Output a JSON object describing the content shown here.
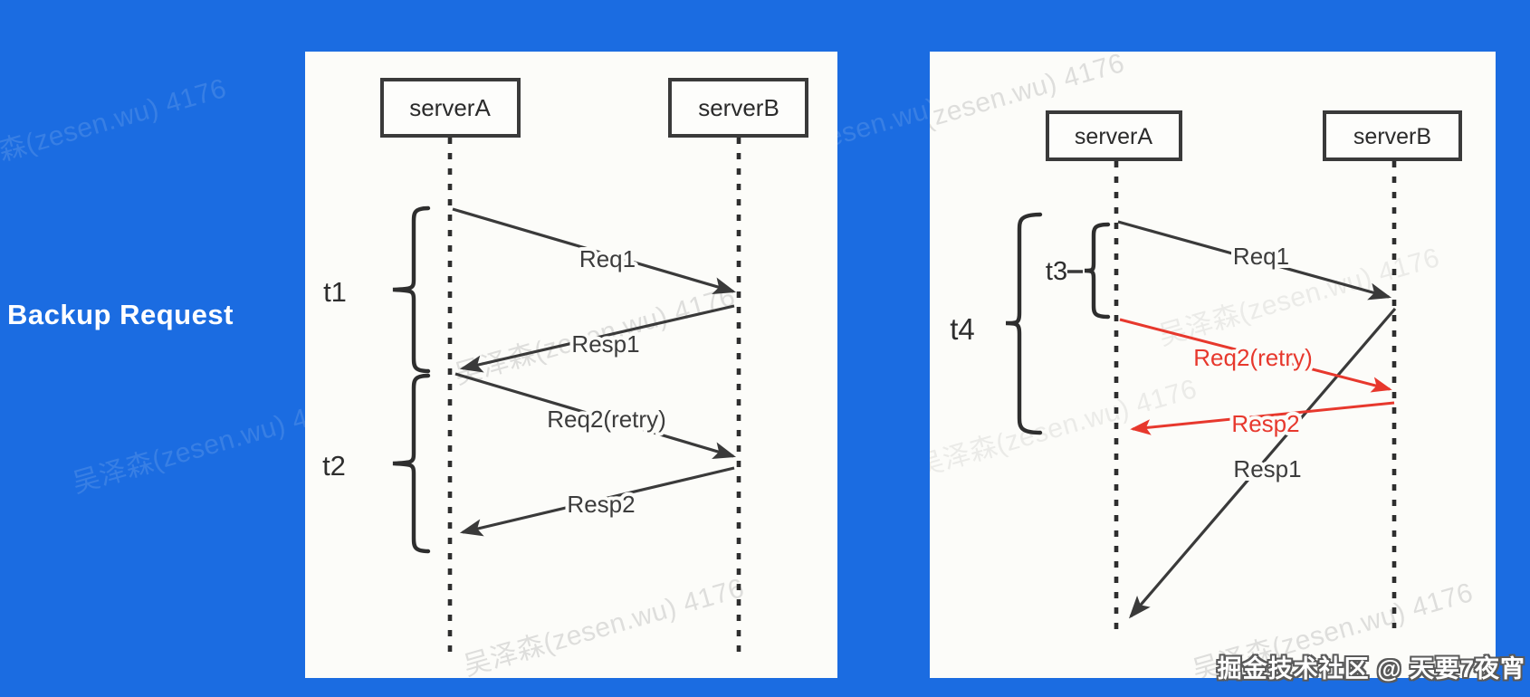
{
  "title": "Backup Request",
  "watermark": {
    "text": "吴泽森(zesen.wu) 4176"
  },
  "credit": "掘金技术社区 @ 天要7夜宵",
  "colors": {
    "background": "#1B6CE1",
    "panel": "#FCFCF9",
    "ink": "#3A3A3A",
    "retry": "#E7382D",
    "title_text": "#FFFFFF"
  },
  "left_diagram": {
    "actors": [
      {
        "label": "serverA"
      },
      {
        "label": "serverB"
      }
    ],
    "brackets": [
      {
        "label": "t1"
      },
      {
        "label": "t2"
      }
    ],
    "messages": [
      {
        "label": "Req1",
        "direction": "serverA→serverB",
        "color": "black"
      },
      {
        "label": "Resp1",
        "direction": "serverB→serverA",
        "color": "black"
      },
      {
        "label": "Req2(retry)",
        "direction": "serverA→serverB",
        "color": "black"
      },
      {
        "label": "Resp2",
        "direction": "serverB→serverA",
        "color": "black"
      }
    ]
  },
  "right_diagram": {
    "actors": [
      {
        "label": "serverA"
      },
      {
        "label": "serverB"
      }
    ],
    "brackets": [
      {
        "label": "t3"
      },
      {
        "label": "t4"
      }
    ],
    "messages": [
      {
        "label": "Req1",
        "direction": "serverA→serverB",
        "color": "black"
      },
      {
        "label": "Req2(retry)",
        "direction": "serverA→serverB",
        "color": "red"
      },
      {
        "label": "Resp2",
        "direction": "serverB→serverA",
        "color": "red"
      },
      {
        "label": "Resp1",
        "direction": "serverB→serverA",
        "color": "black"
      }
    ]
  }
}
